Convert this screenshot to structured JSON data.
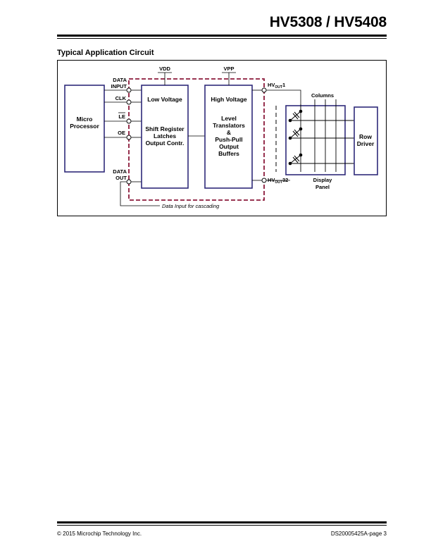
{
  "header": {
    "title": "HV5308 / HV5408"
  },
  "section": {
    "title": "Typical Application Circuit"
  },
  "circuit": {
    "micro": [
      "Micro",
      "Processor"
    ],
    "pins": {
      "data_input": [
        "DATA",
        "INPUT"
      ],
      "clk": "CLK",
      "le": "LE",
      "oe": "OE",
      "data_out": [
        "DATA",
        "OUT"
      ]
    },
    "vdd": "VDD",
    "vpp": "VPP",
    "low_voltage": {
      "title": "Low Voltage",
      "body": [
        "Shift Register",
        "Latches",
        "Output Contr."
      ]
    },
    "high_voltage": {
      "title": "High Voltage",
      "body": [
        "Level",
        "Translators",
        "&",
        "Push-Pull",
        "Output",
        "Buffers"
      ]
    },
    "hvout1": {
      "main": "HV",
      "sub": "OUT",
      "num": "1"
    },
    "hvout32": {
      "main": "HV",
      "sub": "OUT",
      "num": "32"
    },
    "columns": "Columns",
    "display_panel": [
      "Display",
      "Panel"
    ],
    "row_driver": [
      "Row",
      "Driver"
    ],
    "cascade_note": "Data Input for cascading",
    "colors": {
      "block_stroke": "#2e2a7a",
      "dashed_border": "#8b1a3a"
    }
  },
  "footer": {
    "copyright": "© 2015 Microchip Technology Inc.",
    "doc_id": "DS20005425A-page 3"
  }
}
